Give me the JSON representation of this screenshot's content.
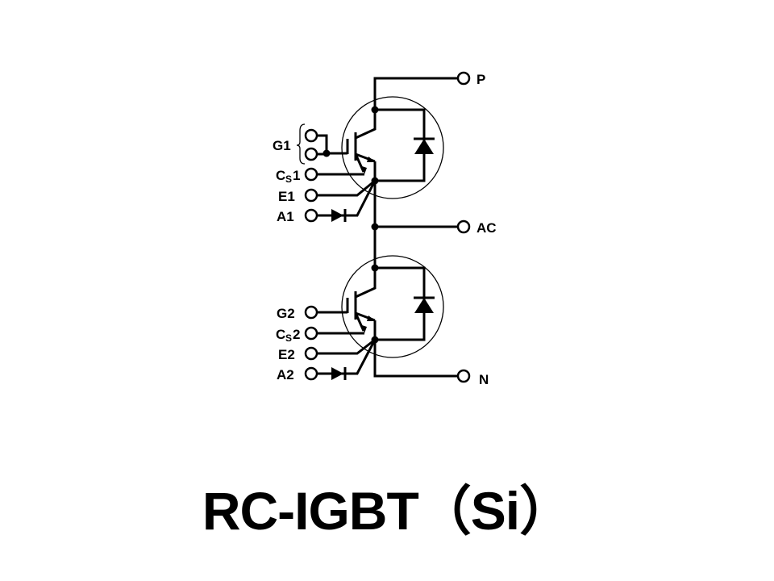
{
  "diagram": {
    "type": "half-bridge module schematic",
    "caption": "RC-IGBT（Si）",
    "terminals": {
      "P": "P",
      "AC": "AC",
      "N": "N",
      "G1": "G1",
      "Cs1_main": "C",
      "Cs1_sub": "S",
      "Cs1_num": "1",
      "E1": "E1",
      "A1": "A1",
      "G2": "G2",
      "Cs2_main": "C",
      "Cs2_sub": "S",
      "Cs2_num": "2",
      "E2": "E2",
      "A2": "A2"
    },
    "devices": [
      {
        "name": "upper switch",
        "kind": "IGBT with antiparallel diode"
      },
      {
        "name": "lower switch",
        "kind": "IGBT with antiparallel diode"
      }
    ],
    "line_color": "#000000",
    "background": "#ffffff"
  }
}
